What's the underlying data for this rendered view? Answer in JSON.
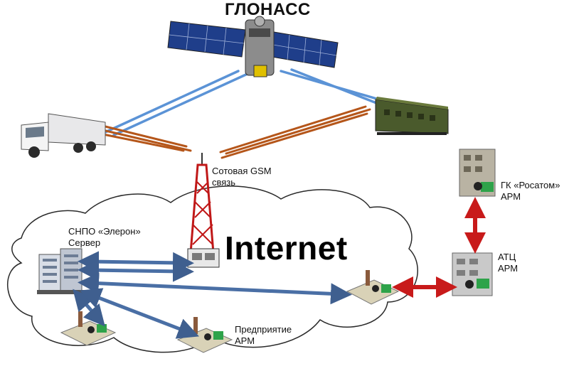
{
  "title": "ГЛОНАСС",
  "cloud_label": "Internet",
  "nodes": {
    "gsm": {
      "line1": "Сотовая GSM",
      "line2": "связь"
    },
    "server": {
      "line1": "СНПО «Элерон»",
      "line2": "Сервер"
    },
    "rosatom": {
      "line1": "ГК «Росатом»",
      "line2": "АРМ"
    },
    "atc": {
      "line1": "АТЦ",
      "line2": "АРМ"
    },
    "enterprise": {
      "line1": "Предприятие",
      "line2": "АРМ"
    }
  },
  "colors": {
    "satellite_link": "#5b93d6",
    "gsm_link": "#b5561a",
    "network_link": "#4a6fa5",
    "secure_link": "#c81a1a"
  }
}
